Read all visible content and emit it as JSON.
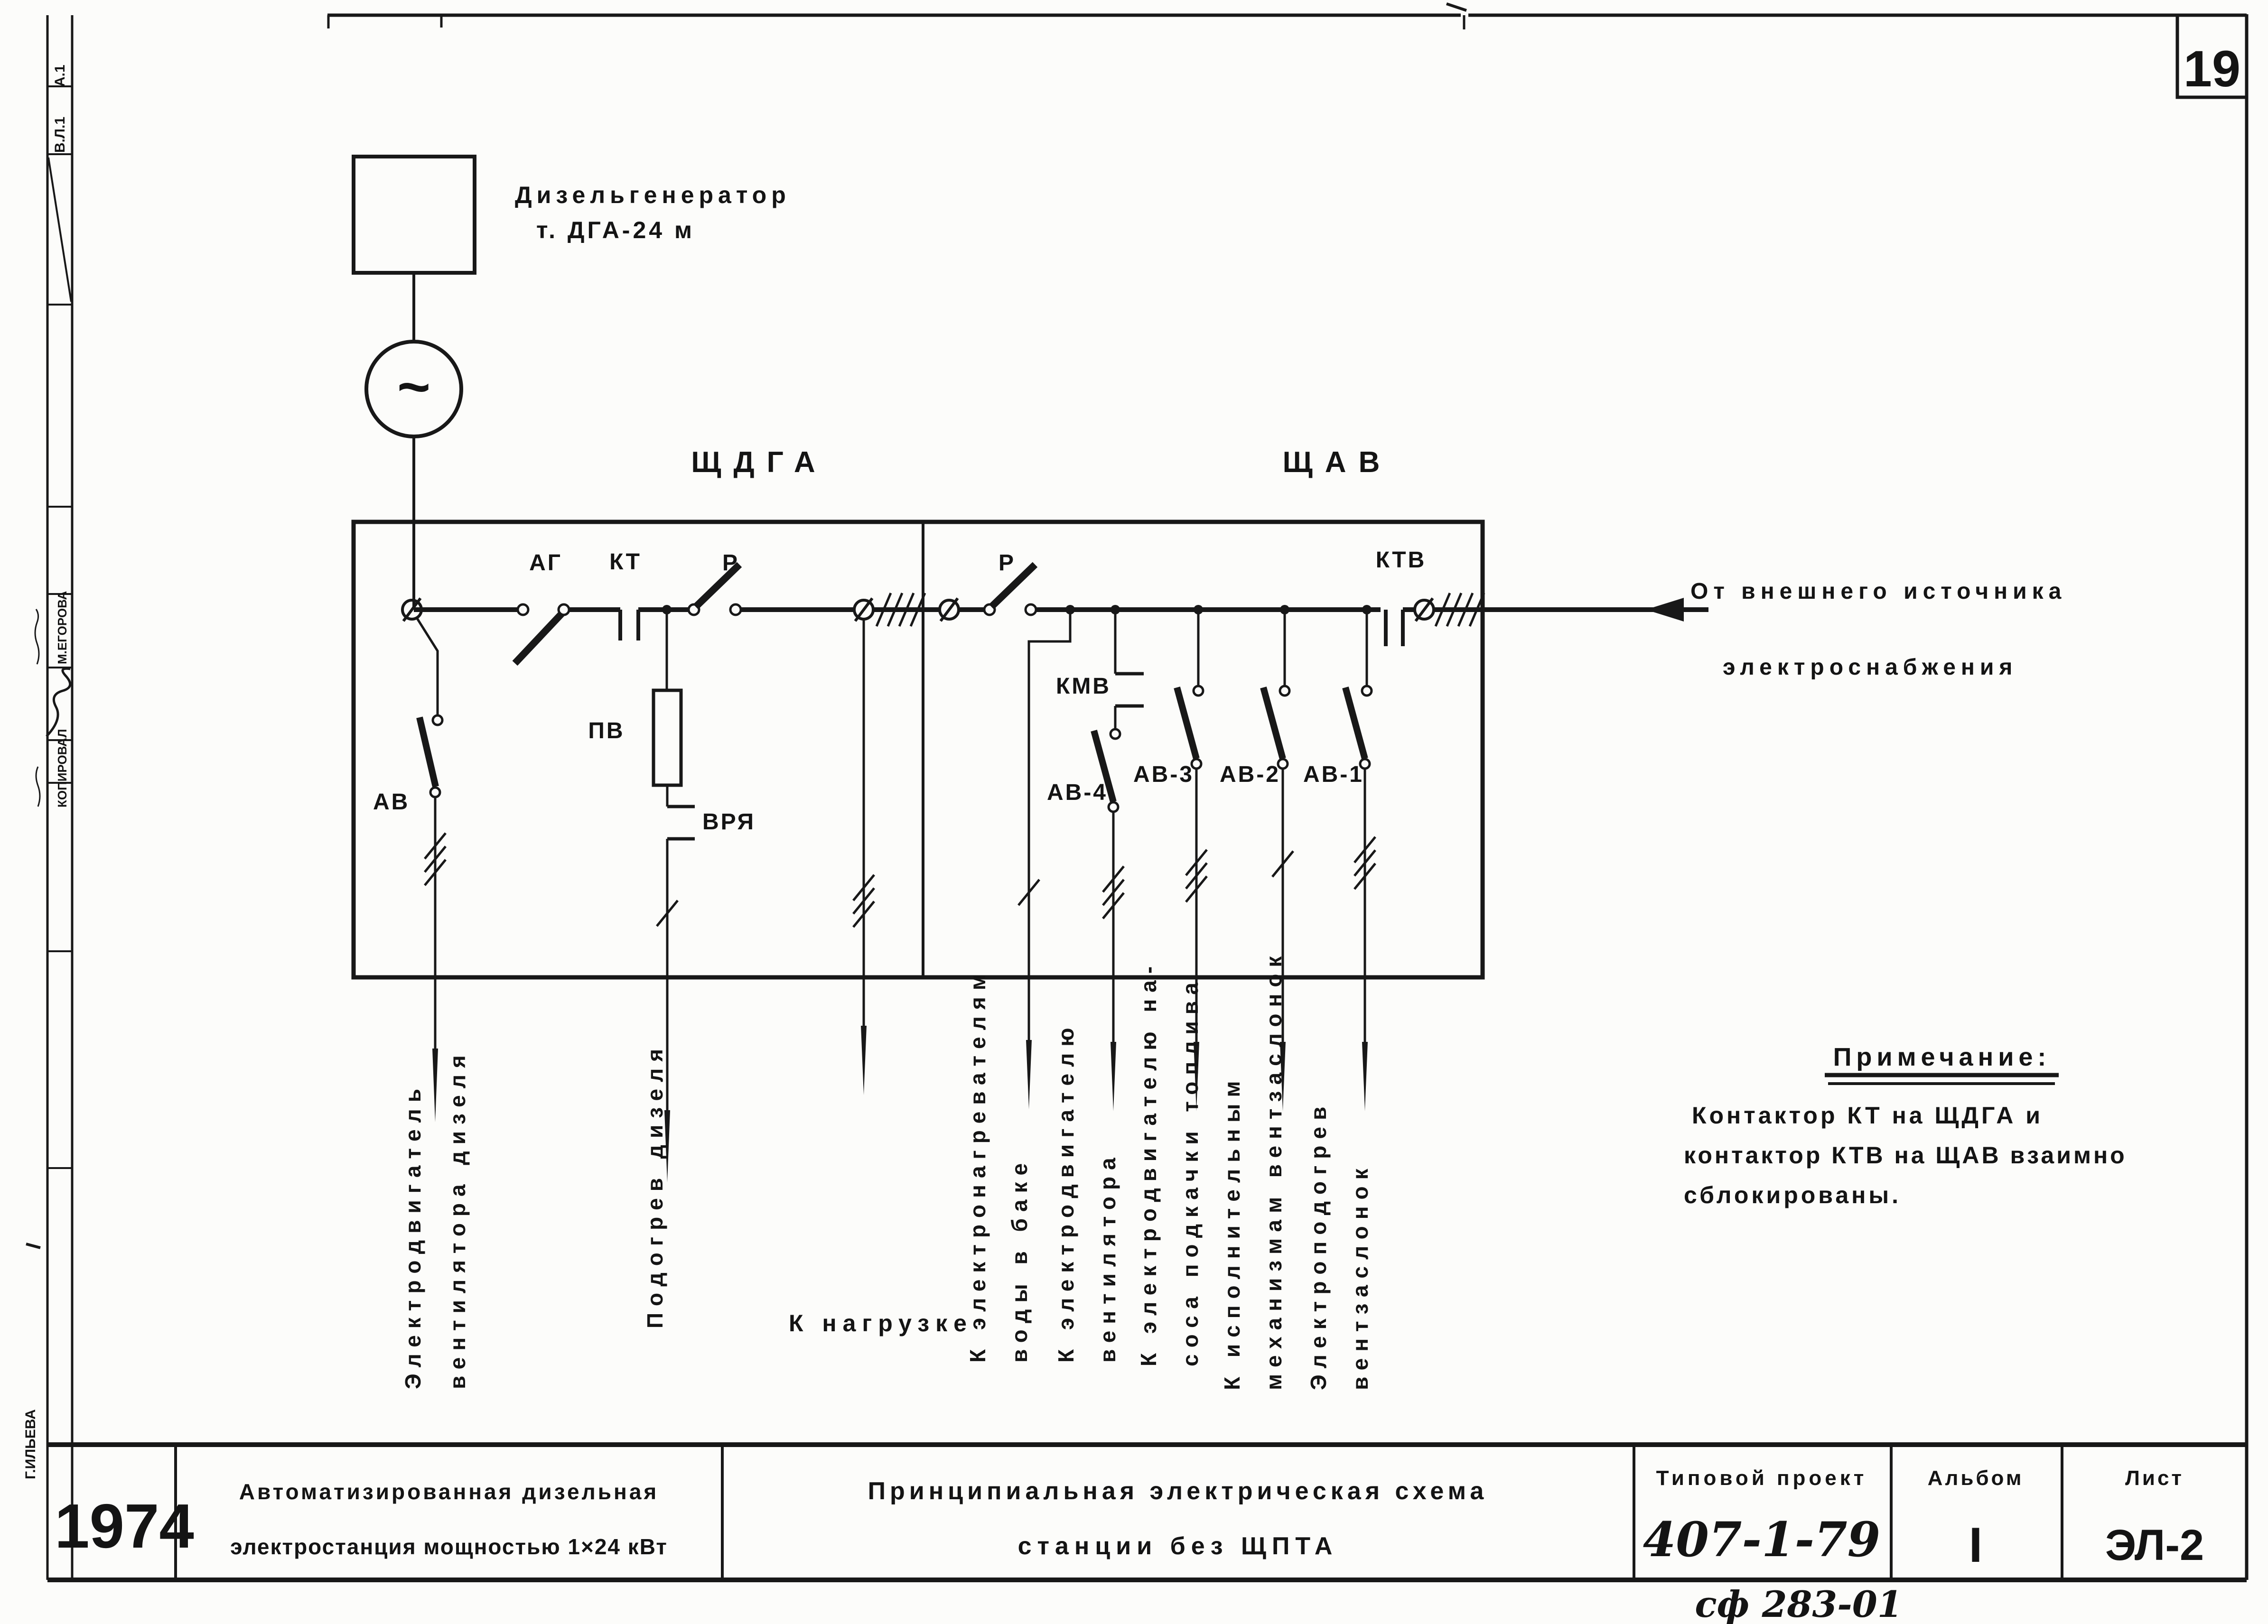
{
  "sheet": {
    "number": "19",
    "footer_code": "сф 283-01"
  },
  "generator": {
    "name_line1": "Дизельгенератор",
    "name_line2": "т. ДГА-24 м",
    "symbol": "~"
  },
  "panels": {
    "left": "ЩДГА",
    "right": "ЩАВ"
  },
  "devices": {
    "av": "АВ",
    "ag": "АГ",
    "kt": "КТ",
    "r_left": "Р",
    "pv": "ПВ",
    "vrya": "ВРЯ",
    "r_right": "Р",
    "kmv": "КМВ",
    "av4": "АВ-4",
    "av3": "АВ-3",
    "av2": "АВ-2",
    "av1": "АВ-1",
    "ktv": "КТВ"
  },
  "external": {
    "line1": "От внешнего источника",
    "line2": "электроснабжения"
  },
  "outputs": {
    "fan_motor_1": "Электродвигатель",
    "fan_motor_2": "вентилятора дизеля",
    "heating": "Подогрев дизеля",
    "load": "К нагрузке",
    "water_heaters_1": "К электронагревателям",
    "water_heaters_2": "воды в баке",
    "fan_drive_1": "К электродвигателю",
    "fan_drive_2": "вентилятора",
    "fuel_pump_1": "К электродвигателю на-",
    "fuel_pump_2": "соса подкачки топлива",
    "actuators_1": "К исполнительным",
    "actuators_2": "механизмам вентзаслонок",
    "damper_heat_1": "Электроподогрев",
    "damper_heat_2": "вентзаслонок"
  },
  "note": {
    "title": "Примечание:",
    "line1": "Контактор КТ на ЩДГА и",
    "line2": "контактор КТВ на ЩАВ взаимно",
    "line3": "сблокированы."
  },
  "title_block": {
    "year": "1974",
    "desc_line1": "Автоматизированная дизельная",
    "desc_line2": "электростанция мощностью 1×24 кВт",
    "title_line1": "Принципиальная электрическая схема",
    "title_line2": "станции без ЩПТА",
    "project_label": "Типовой проект",
    "project_number": "407-1-79",
    "album_label": "Альбом",
    "album_value": "I",
    "sheet_label": "Лист",
    "sheet_value": "ЭЛ-2"
  },
  "margin": {
    "mark_top": "А.1",
    "mark_mid": "В.Л.1",
    "name_copied": "М.ЕГОРОВА",
    "role_copied": "КОПИРОВАЛ",
    "name_bottom": "Г.ИЛЬЕВА"
  }
}
